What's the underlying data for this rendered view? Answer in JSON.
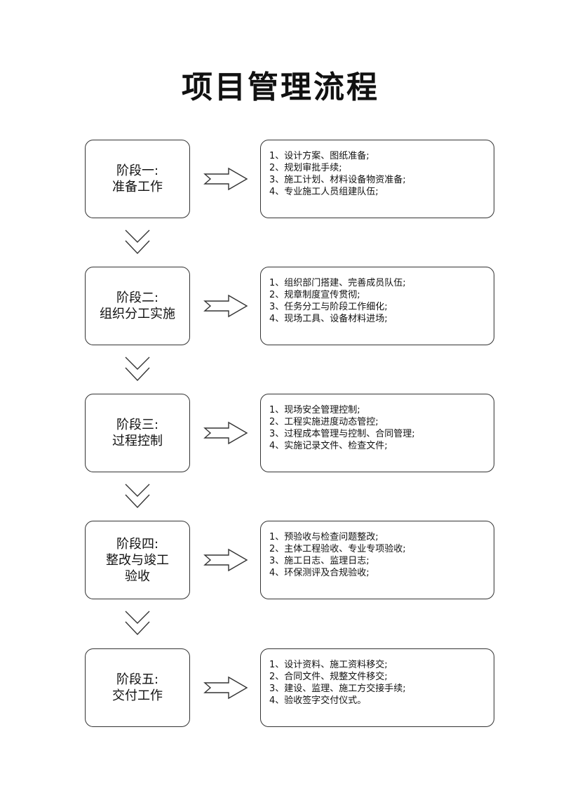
{
  "title": "项目管理流程",
  "stages": [
    {
      "label_lines": [
        "阶段一:",
        "准备工作"
      ],
      "details": [
        "1、设计方案、图纸准备;",
        "2、规划审批手续;",
        "3、施工计划、材料设备物资准备;",
        "4、专业施工人员组建队伍;"
      ]
    },
    {
      "label_lines": [
        "阶段二:",
        "组织分工实施"
      ],
      "details": [
        "1、组织部门搭建、完善成员队伍;",
        "2、规章制度宣传贯彻;",
        "3、任务分工与阶段工作细化;",
        "4、现场工具、设备材料进场;"
      ]
    },
    {
      "label_lines": [
        "阶段三:",
        "过程控制"
      ],
      "details": [
        "1、现场安全管理控制;",
        "2、工程实施进度动态管控;",
        "3、过程成本管理与控制、合同管理;",
        "4、实施记录文件、检查文件;"
      ]
    },
    {
      "label_lines": [
        "阶段四:",
        "整改与竣工",
        "验收"
      ],
      "details": [
        "1、预验收与检查问题整改;",
        "2、主体工程验收、专业专项验收;",
        "3、施工日志、监理日志;",
        "4、环保测评及合规验收;"
      ]
    },
    {
      "label_lines": [
        "阶段五:",
        "交付工作"
      ],
      "details": [
        "1、设计资料、施工资料移交;",
        "2、合同文件、规整文件移交;",
        "3、建设、监理、施工方交接手续;",
        "4、验收签字交付仪式。"
      ]
    }
  ]
}
